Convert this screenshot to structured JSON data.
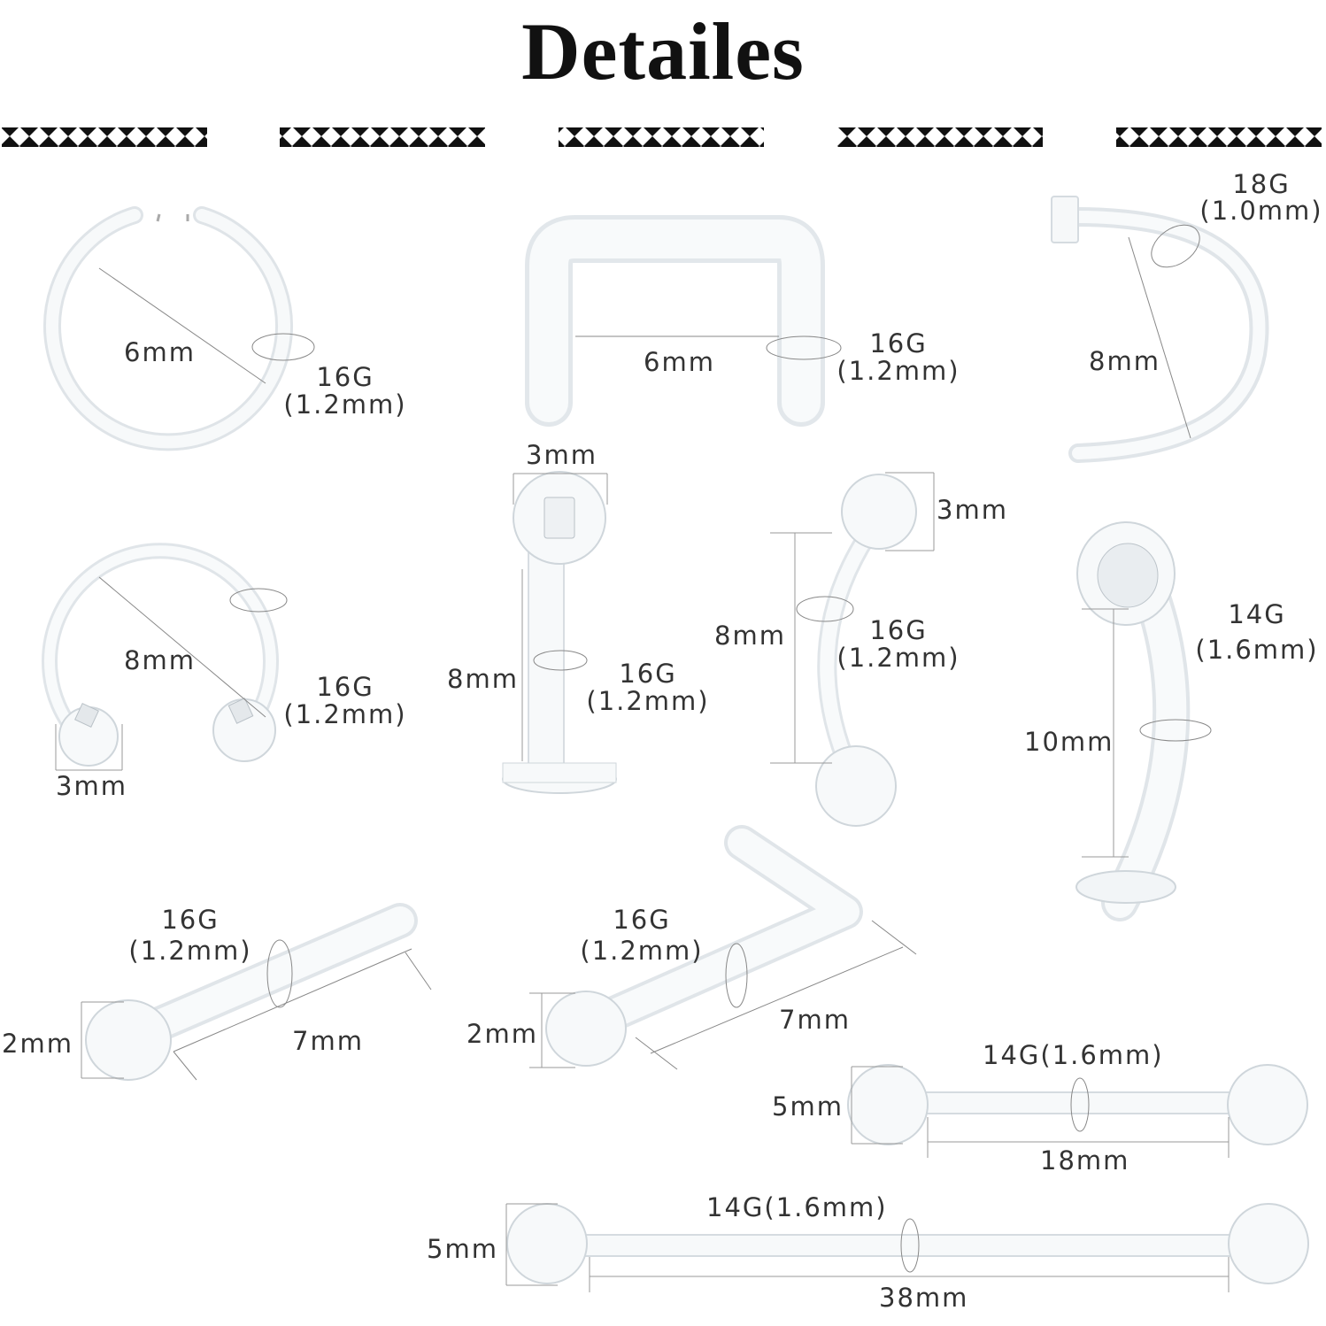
{
  "title": "Detailes",
  "colors": {
    "title": "#111111",
    "divider": "#111111",
    "jewelry_fill": "#f4f6f8",
    "jewelry_edge": "#c9d0d6",
    "dimension_line": "#8a8a8a"
  },
  "items": [
    {
      "name": "captive-ring",
      "diameter": "6mm",
      "gauge": "16G",
      "gauge_mm": "(1.2mm)"
    },
    {
      "name": "septum-retainer",
      "width": "6mm",
      "gauge": "16G",
      "gauge_mm": "(1.2mm)"
    },
    {
      "name": "nose-screw",
      "gauge": "18G",
      "gauge_mm": "(1.0mm)",
      "length": "8mm"
    },
    {
      "name": "horseshoe",
      "diameter": "8mm",
      "gauge": "16G",
      "gauge_mm": "(1.2mm)",
      "ball": "3mm"
    },
    {
      "name": "labret",
      "ball": "3mm",
      "length": "8mm",
      "gauge": "16G",
      "gauge_mm": "(1.2mm)"
    },
    {
      "name": "curved-barbell",
      "ball": "3mm",
      "length": "8mm",
      "gauge": "16G",
      "gauge_mm": "(1.2mm)"
    },
    {
      "name": "belly-retainer",
      "gauge": "14G",
      "gauge_mm": "(1.6mm)",
      "length": "10mm"
    },
    {
      "name": "nose-bone",
      "gauge": "16G",
      "gauge_mm": "(1.2mm)",
      "head": "2mm",
      "length": "7mm"
    },
    {
      "name": "nose-l-bend",
      "gauge": "16G",
      "gauge_mm": "(1.2mm)",
      "head": "2mm",
      "length": "7mm"
    },
    {
      "name": "short-barbell",
      "gauge": "14G(1.6mm)",
      "ball": "5mm",
      "length": "18mm"
    },
    {
      "name": "industrial-barbell",
      "gauge": "14G(1.6mm)",
      "ball": "5mm",
      "length": "38mm"
    }
  ]
}
